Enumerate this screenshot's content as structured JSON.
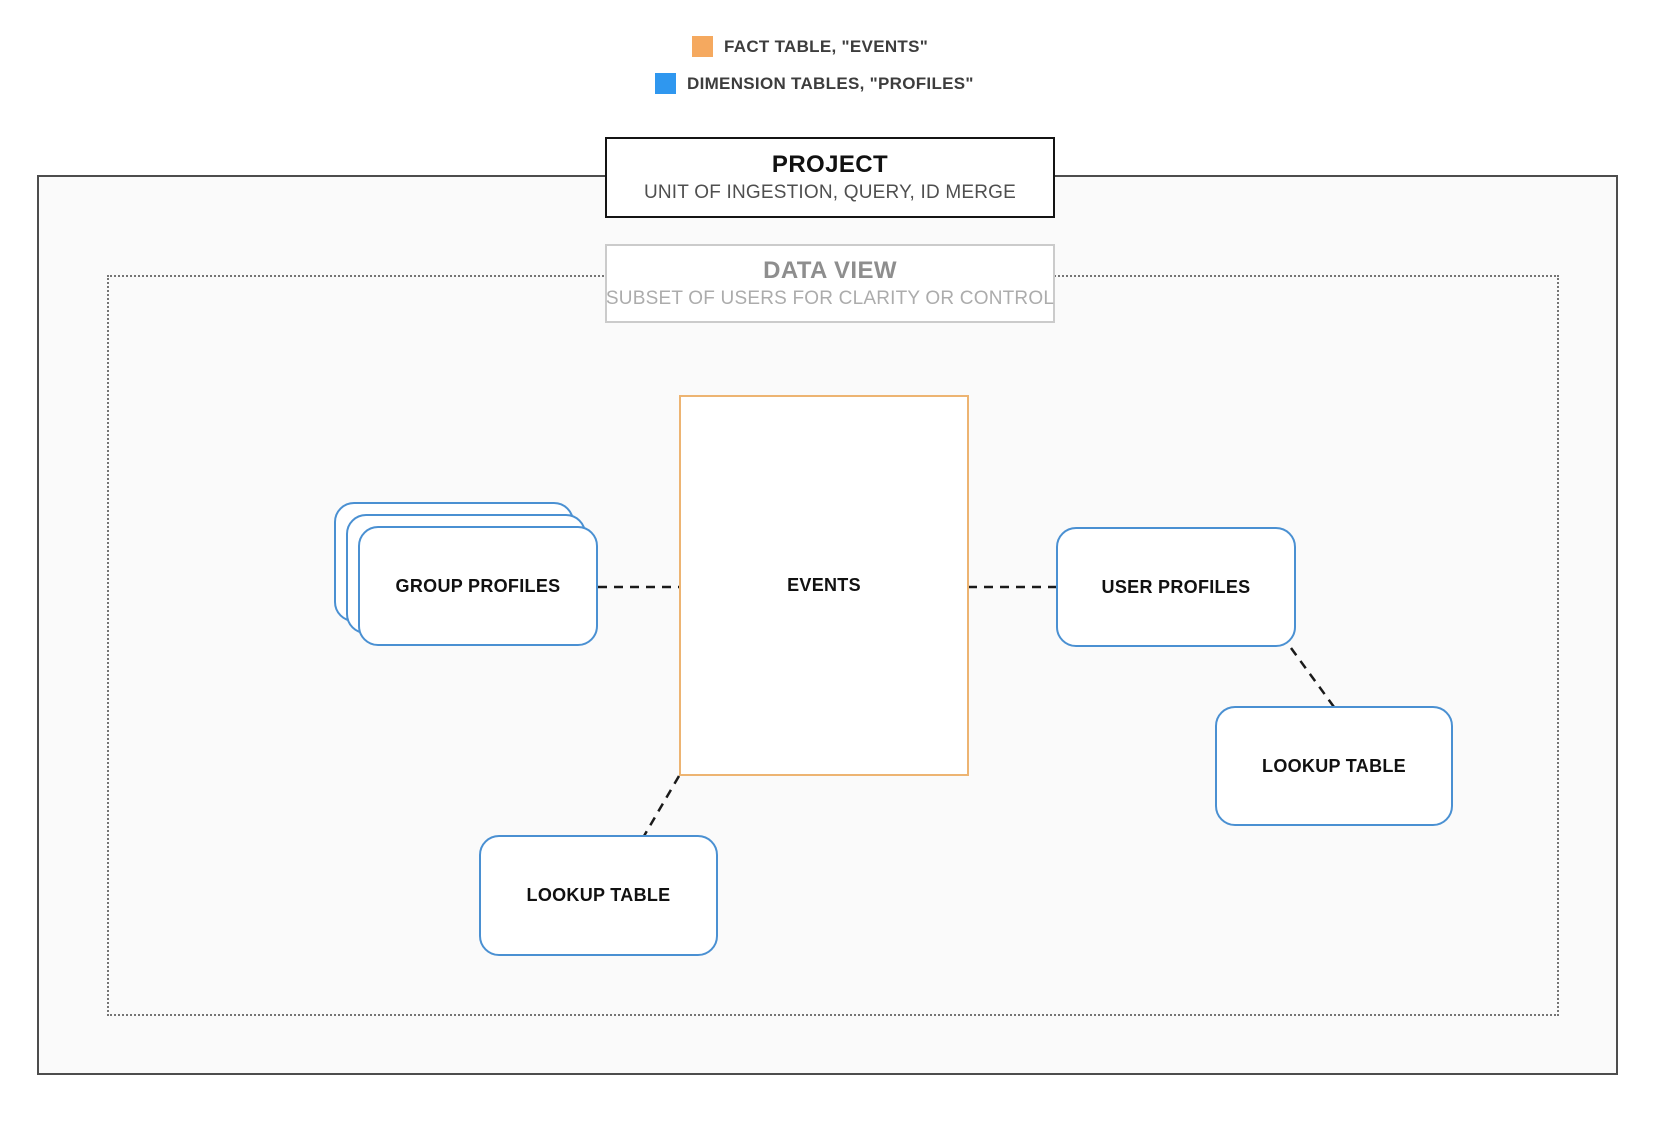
{
  "legend": {
    "items": [
      {
        "name": "fact-table",
        "label": "FACT TABLE, \"EVENTS\"",
        "color": "#F5A95F"
      },
      {
        "name": "dimension-tables",
        "label": "DIMENSION TABLES, \"PROFILES\"",
        "color": "#2F97EF"
      }
    ]
  },
  "project": {
    "title": "PROJECT",
    "subtitle": "UNIT OF INGESTION, QUERY, ID MERGE"
  },
  "data_view": {
    "title": "DATA VIEW",
    "subtitle": "SUBSET OF USERS FOR CLARITY OR CONTROL"
  },
  "nodes": {
    "events": {
      "label": "EVENTS",
      "border_color": "#EDB472",
      "type": "fact-table"
    },
    "group_profiles": {
      "label": "GROUP PROFILES",
      "border_color": "#4A90D2",
      "type": "dimension-table",
      "stacked": true
    },
    "user_profiles": {
      "label": "USER PROFILES",
      "border_color": "#4A90D2",
      "type": "dimension-table"
    },
    "lookup_table_left": {
      "label": "LOOKUP TABLE",
      "border_color": "#4A90D2",
      "type": "dimension-table"
    },
    "lookup_table_right": {
      "label": "LOOKUP TABLE",
      "border_color": "#4A90D2",
      "type": "dimension-table"
    }
  },
  "connectors": {
    "color": "#1A1A1A",
    "style": "dashed",
    "links": [
      {
        "from": "group_profiles",
        "to": "events"
      },
      {
        "from": "events",
        "to": "user_profiles"
      },
      {
        "from": "user_profiles",
        "to": "lookup_table_right"
      },
      {
        "from": "events",
        "to": "lookup_table_left"
      }
    ]
  },
  "colors": {
    "page_background": "#FFFFFF",
    "project_area_background": "#FAFAFA",
    "outer_border": "#4D4D4D",
    "data_view_border": "#757575",
    "project_box_border": "#141414",
    "data_view_box_border": "#CBCBCB",
    "legend_text": "#3D3D3D",
    "node_label_text": "#111111",
    "muted_title_text": "#8E8E8E",
    "muted_subtitle_text": "#ACACAC"
  }
}
